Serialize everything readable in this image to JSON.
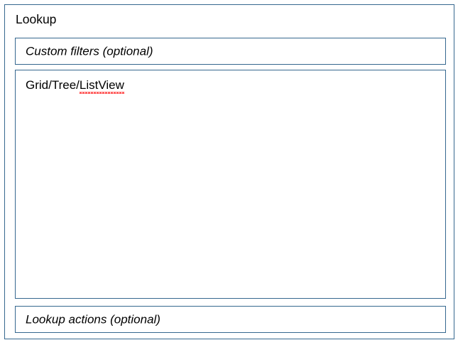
{
  "panel": {
    "title": "Lookup",
    "border_color": "#36688f",
    "background_color": "#ffffff"
  },
  "boxes": {
    "filters": {
      "label": "Custom filters (optional)",
      "style": "italic",
      "optional": true
    },
    "grid": {
      "label_prefix": "Grid/Tree/",
      "label_misspelled": "ListView",
      "label_full": "Grid/Tree/ListView",
      "style": "upright",
      "spellcheck_underline_color": "#ff2d2d",
      "content": ""
    },
    "actions": {
      "label": "Lookup actions (optional)",
      "style": "italic",
      "optional": true
    }
  }
}
